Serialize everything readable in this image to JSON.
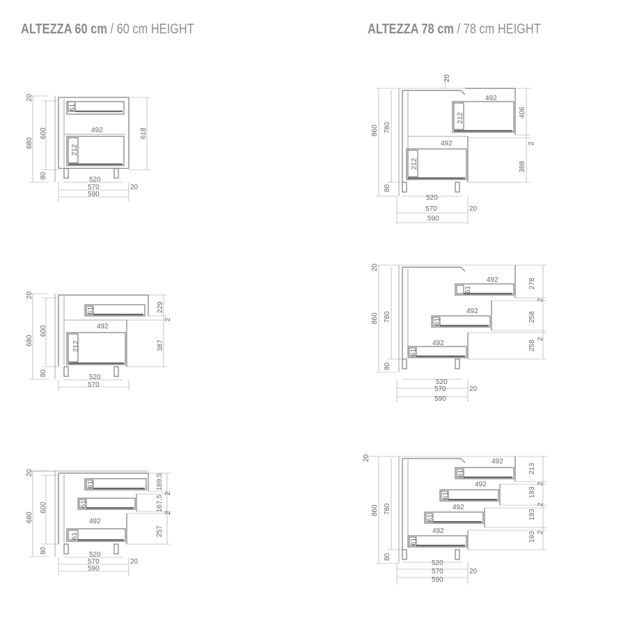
{
  "headings": {
    "left": {
      "bold": "ALTEZZA 60 cm",
      "sep": " / ",
      "thin": "60 cm HEIGHT"
    },
    "right": {
      "bold": "ALTEZZA 78 cm",
      "sep": " / ",
      "thin": "78 cm HEIGHT"
    }
  },
  "labels": {
    "d20": "20",
    "d80": "80",
    "d600": "600",
    "d680": "680",
    "d780": "780",
    "d860": "860",
    "d492": "492",
    "d212": "212",
    "d61": "61",
    "d2": "2",
    "d520": "520",
    "d570": "570",
    "d590": "590",
    "d618": "618",
    "d229": "229",
    "d387": "387",
    "d189_5": "189,5",
    "d167_5": "167,5",
    "d257": "257",
    "d406": "406",
    "d388": "388",
    "d278": "278",
    "d258": "258",
    "d213": "213",
    "d193": "193"
  }
}
